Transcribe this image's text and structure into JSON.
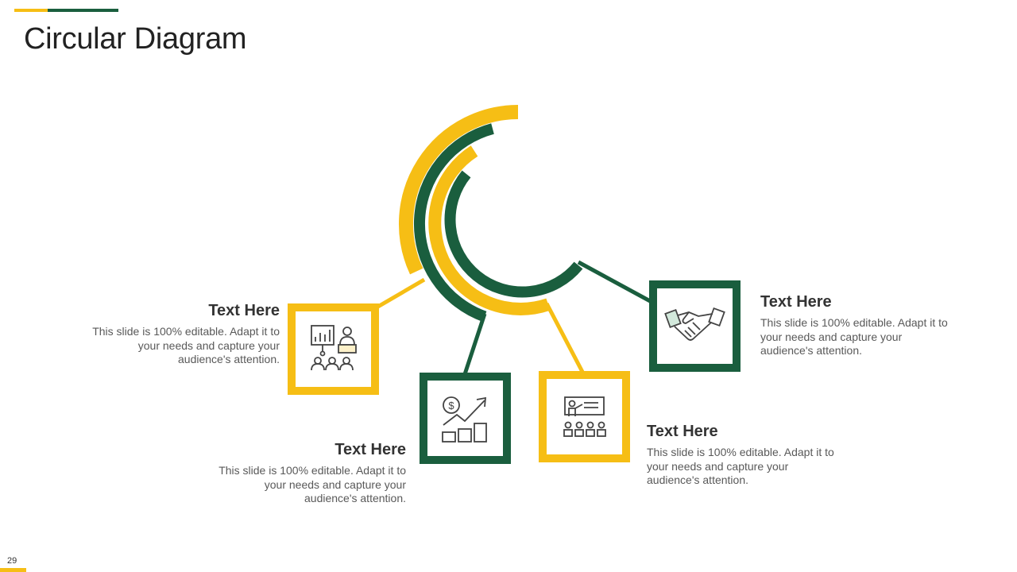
{
  "title": "Circular Diagram",
  "page_number": "29",
  "colors": {
    "yellow": "#F6BE15",
    "green": "#1A5E3E",
    "text": "#333333",
    "body_text": "#595959"
  },
  "items": [
    {
      "heading": "Text Here",
      "body": "This slide is 100% editable. Adapt it to your needs and capture your audience's attention.",
      "icon": "presentation-icon",
      "color": "yellow"
    },
    {
      "heading": "Text Here",
      "body": "This slide is 100% editable. Adapt it to your needs and capture your audience's attention.",
      "icon": "financial-growth-icon",
      "color": "green"
    },
    {
      "heading": "Text Here",
      "body": "This slide is 100% editable. Adapt it to your needs and capture your audience's attention.",
      "icon": "training-icon",
      "color": "yellow"
    },
    {
      "heading": "Text Here",
      "body": "This slide is 100% editable. Adapt it to your needs and capture your audience's attention.",
      "icon": "handshake-icon",
      "color": "green"
    }
  ]
}
